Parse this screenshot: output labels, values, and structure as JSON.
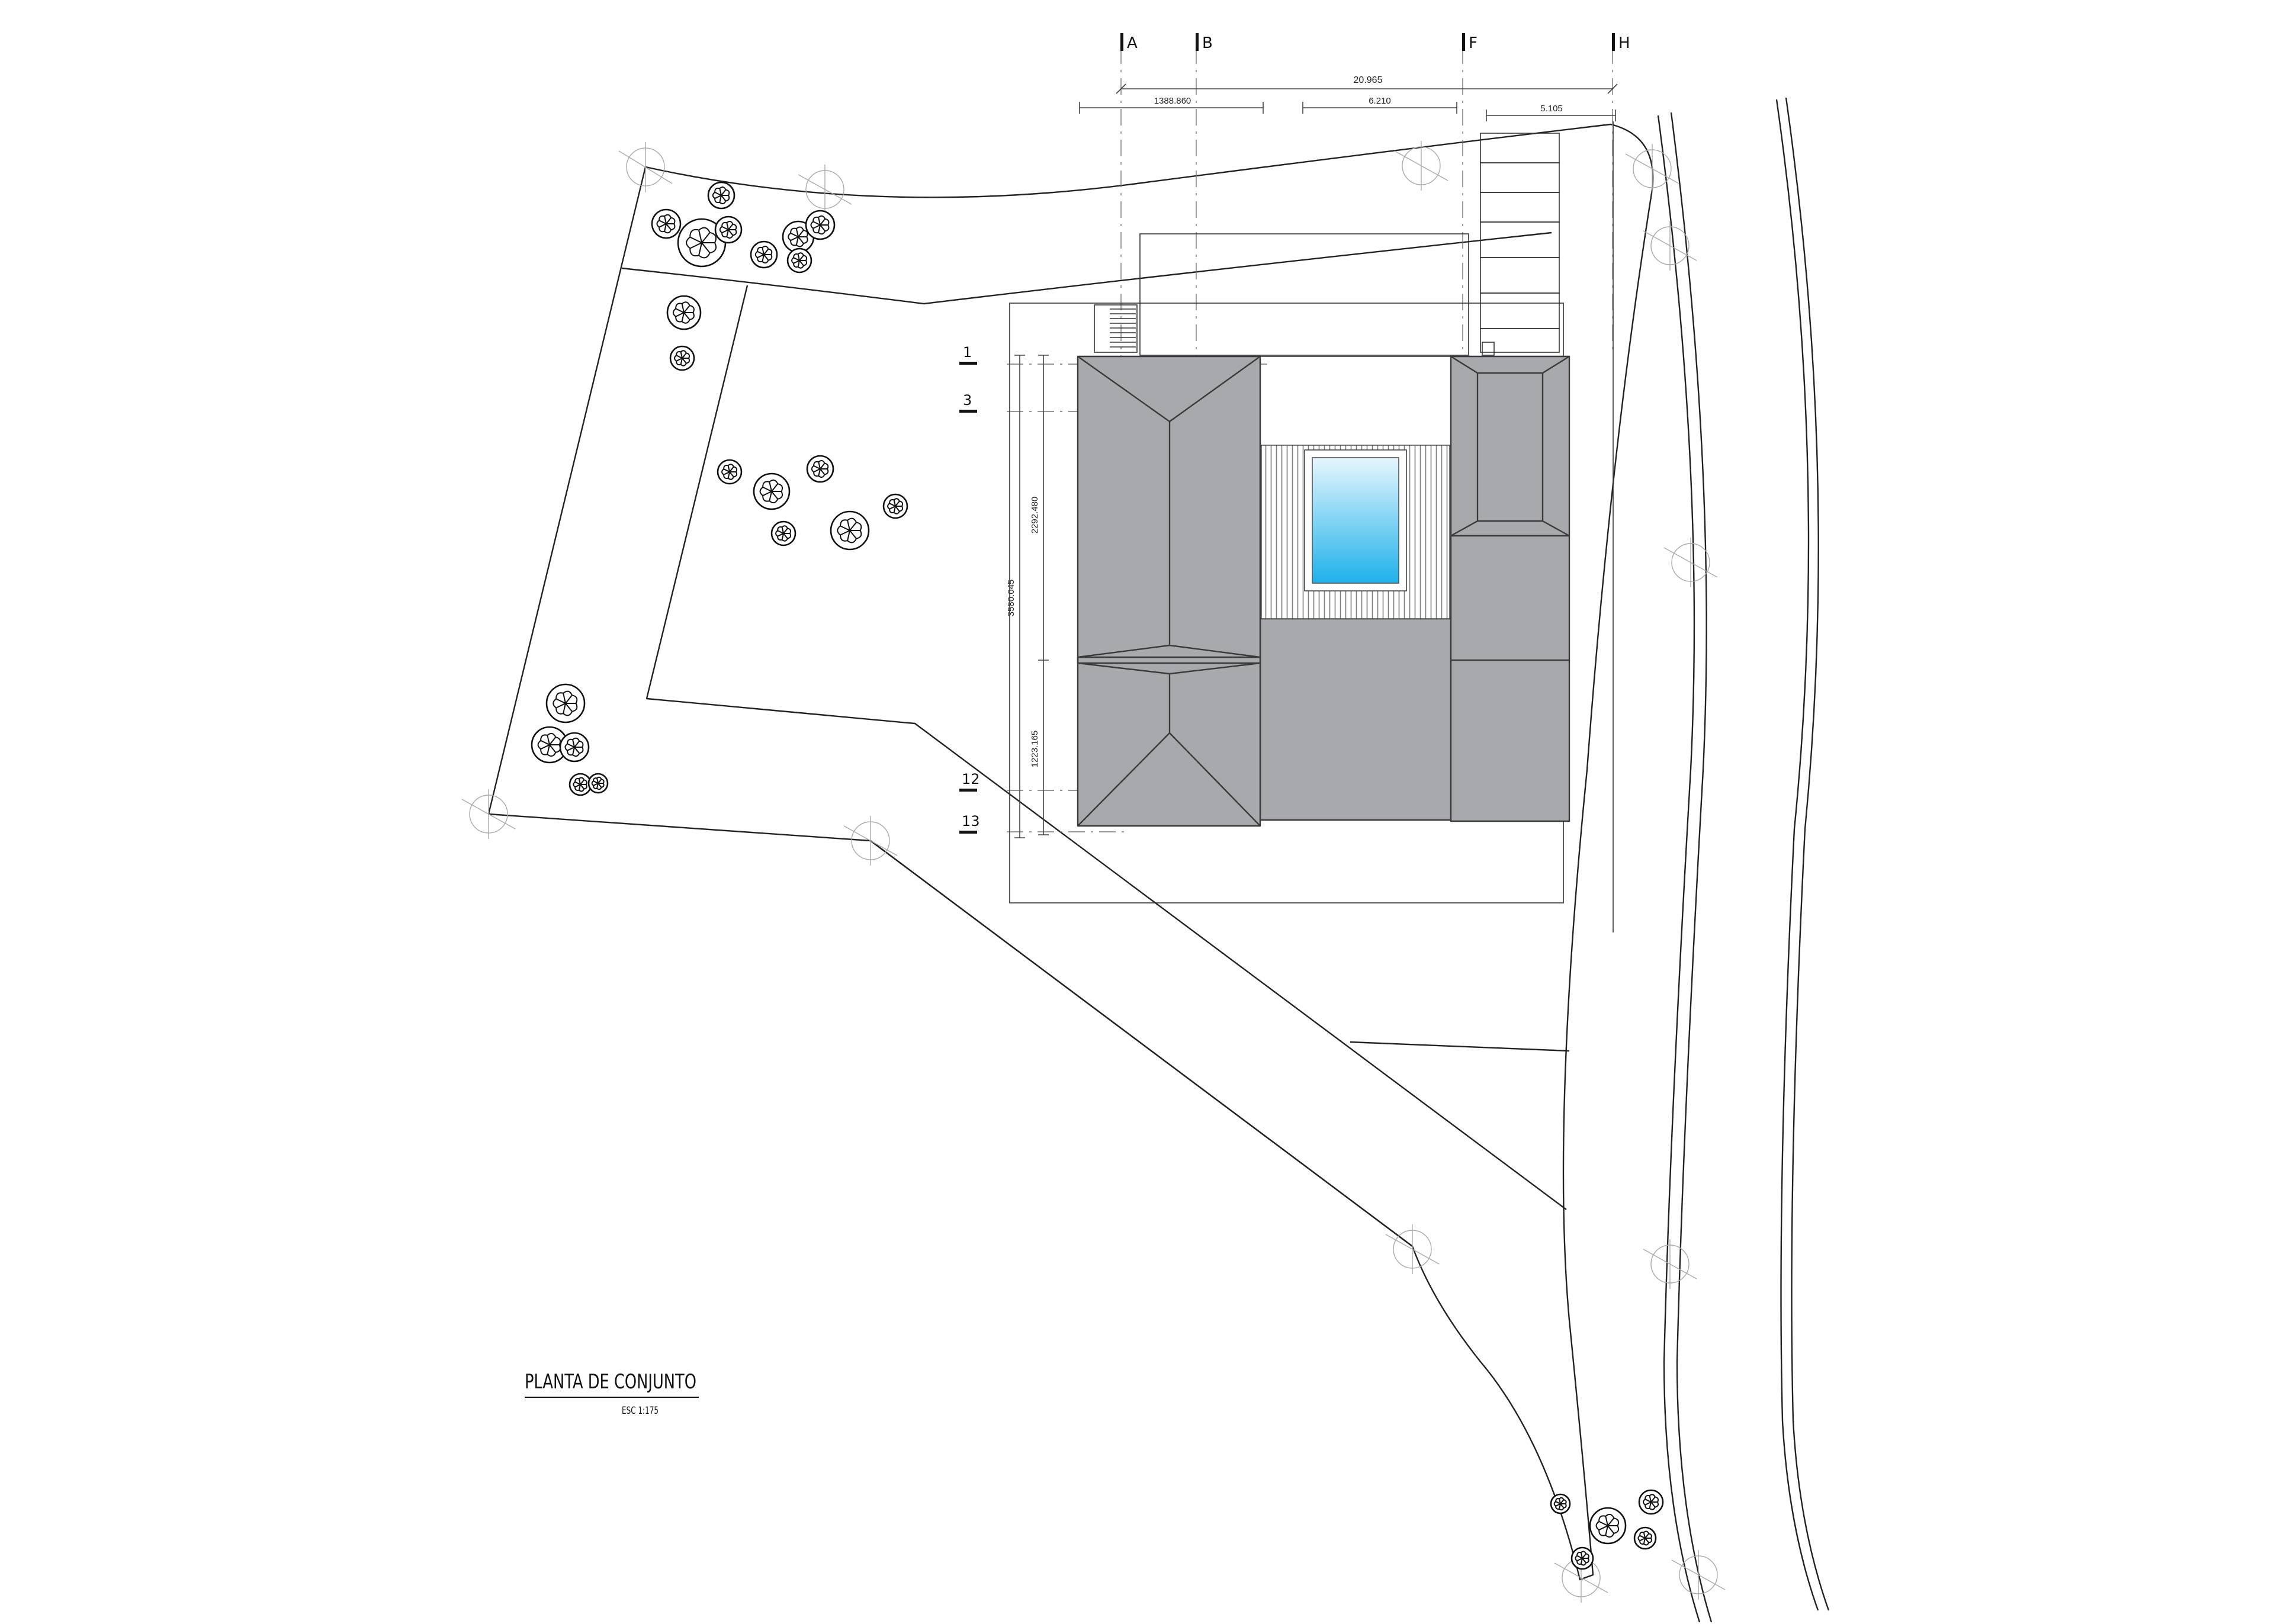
{
  "drawing": {
    "title": "PLANTA DE CONJUNTO",
    "scale": "ESC 1:175"
  },
  "grid": {
    "columns": [
      "A",
      "B",
      "F",
      "H"
    ],
    "rows": [
      "1",
      "3",
      "12",
      "13"
    ]
  },
  "dimensions": {
    "overall_width": "20.965",
    "span_a_b": "1388.860",
    "span_b_f": "6.210",
    "span_f_h": "5.105",
    "overall_depth": "3580.045",
    "depth_upper": "2292.480",
    "depth_lower": "1223.165"
  },
  "colors": {
    "roof": "#a8a9ac",
    "pool_light": "#e6f6fd",
    "pool_dark": "#1fb1ea",
    "line": "#222222"
  }
}
